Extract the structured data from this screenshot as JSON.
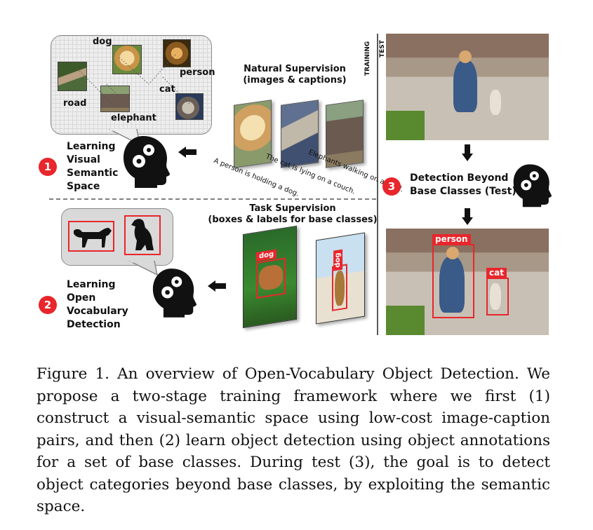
{
  "stage1": {
    "badge": "1",
    "title_lines": [
      "Learning",
      "Visual",
      "Semantic",
      "Space"
    ],
    "concepts": [
      "dog",
      "person",
      "road",
      "elephant",
      "cat"
    ]
  },
  "natural_supervision": {
    "title_lines": [
      "Natural Supervision",
      "(images & captions)"
    ],
    "captions": [
      "A person is holding a dog.",
      "The cat is lying on a couch.",
      "Elephants walking on a road."
    ]
  },
  "stage2": {
    "badge": "2",
    "title_lines": [
      "Learning",
      "Open",
      "Vocabulary",
      "Detection"
    ]
  },
  "task_supervision": {
    "title_lines": [
      "Task Supervision",
      "(boxes & labels for base classes)"
    ],
    "box_labels": [
      "dog",
      "dog"
    ]
  },
  "divider_labels": {
    "training": "TRAINING",
    "test": "TEST"
  },
  "stage3": {
    "badge": "3",
    "title_lines": [
      "Detection Beyond",
      "Base Classes (Test)"
    ],
    "detections": [
      "person",
      "cat"
    ]
  },
  "colors": {
    "accent_red": "#e8262c",
    "bubble_gray": "#d9d9d9"
  },
  "caption": "Figure 1. An overview of Open-Vocabulary Object Detection. We propose a two-stage training framework where we first (1) construct a visual-semantic space using low-cost image-caption pairs, and then (2) learn object detection using object annotations for a set of base classes. During test (3), the goal is to detect object categories beyond base classes, by exploiting the semantic space."
}
